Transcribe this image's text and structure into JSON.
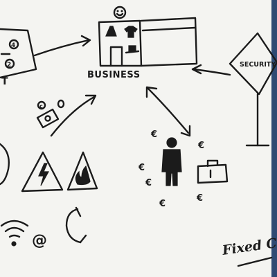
{
  "labels": {
    "business": "BUSINESS",
    "security": "SECURITY",
    "fixed_cost": "Fixed C",
    "partial_left": "T",
    "at_sign": "@"
  },
  "euro_symbol": "€",
  "icons": [
    "chart-board-icon",
    "store-building-icon",
    "smiley-face-icon",
    "dress-icon",
    "shirt-icon",
    "security-sign-icon",
    "banknote-coins-icon",
    "person-icon",
    "briefcase-icon",
    "electric-hazard-icon",
    "fire-hazard-icon",
    "wifi-icon",
    "phone-icon"
  ],
  "colors": {
    "board": "#f4f4f1",
    "ink": "#1b1b1b",
    "backdrop": "#2f4a73"
  }
}
